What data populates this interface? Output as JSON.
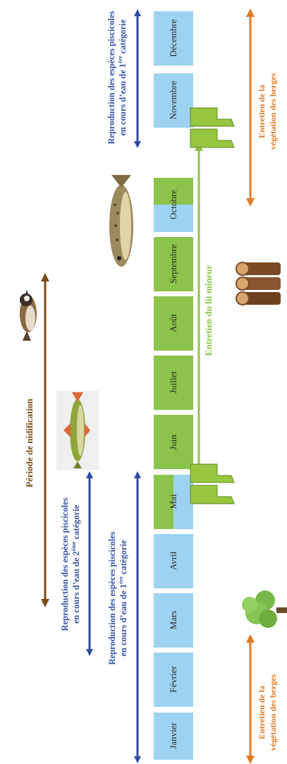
{
  "months": [
    "Janvier",
    "Février",
    "Mars",
    "Avril",
    "Mai",
    "Juin",
    "Juillet",
    "Août",
    "Septembre",
    "Octobre",
    "Novembre",
    "Décembre"
  ],
  "labels": {
    "nidification": "Période de nidification",
    "repro2_line1": "Reproduction des espèces piscicoles",
    "repro2_line2_a": "en cours d’eau de 2",
    "repro2_line2_sup": "ème",
    "repro2_line2_b": " catégorie",
    "repro1_line1": "Reproduction des espèces piscicoles",
    "repro1_line2_a": "en cours d’eau de 1",
    "repro1_line2_sup": "ère",
    "repro1_line2_b": " catégorie",
    "repro1b_line1": "Reproduction des espèces piscicoles",
    "repro1b_line2_a": "en cours d’eau de 1",
    "repro1b_line2_sup": "ère",
    "repro1b_line2_b": " catégorie",
    "lit_mineur": "Entretien du lit mineur",
    "berges_left_line1": "Entretien de la",
    "berges_left_line2": "végétation des berges",
    "berges_right_line1": "Entretien de la",
    "berges_right_line2": "végétation des berges"
  },
  "colors": {
    "month_blue": "#9dd3f1",
    "month_green": "#8cc34b",
    "arrow_blue": "#2f4aa0",
    "arrow_brown": "#7a4a12",
    "arrow_green": "#8cc34b",
    "arrow_orange": "#e07a26",
    "text_blue": "#3a55a8",
    "text_brown": "#7a4a12",
    "text_green": "#8cc34b",
    "text_orange": "#e07a26"
  },
  "icons": [
    "bird-icon",
    "pike-fish-icon",
    "trout-fish-icon",
    "boots-icon",
    "boots-icon",
    "tree-icon",
    "logs-icon"
  ]
}
